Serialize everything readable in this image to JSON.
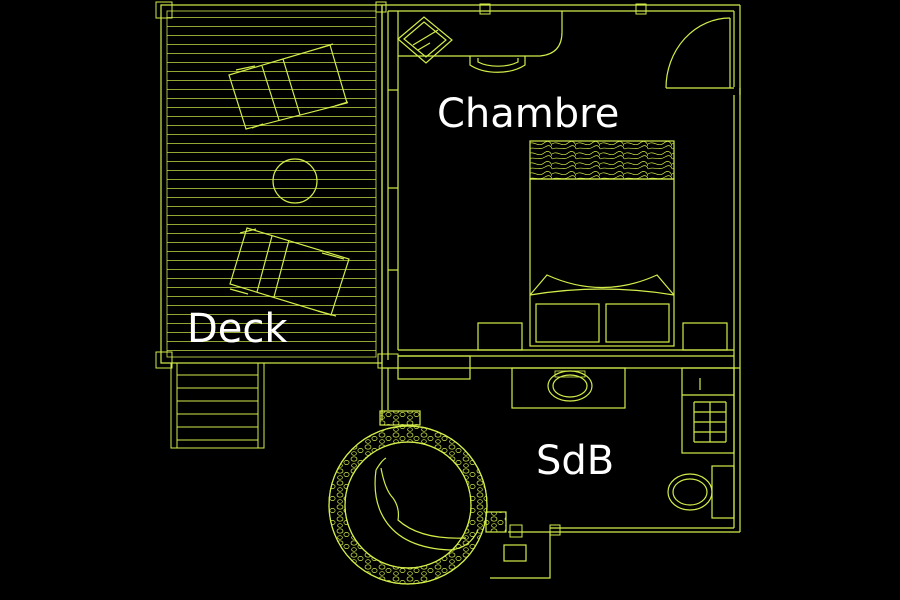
{
  "plan": {
    "line_color": "#d4ec4a",
    "background_color": "#000000",
    "label_color": "#ffffff"
  },
  "rooms": {
    "chambre": "Chambre",
    "deck": "Deck",
    "sdb": "SdB"
  }
}
